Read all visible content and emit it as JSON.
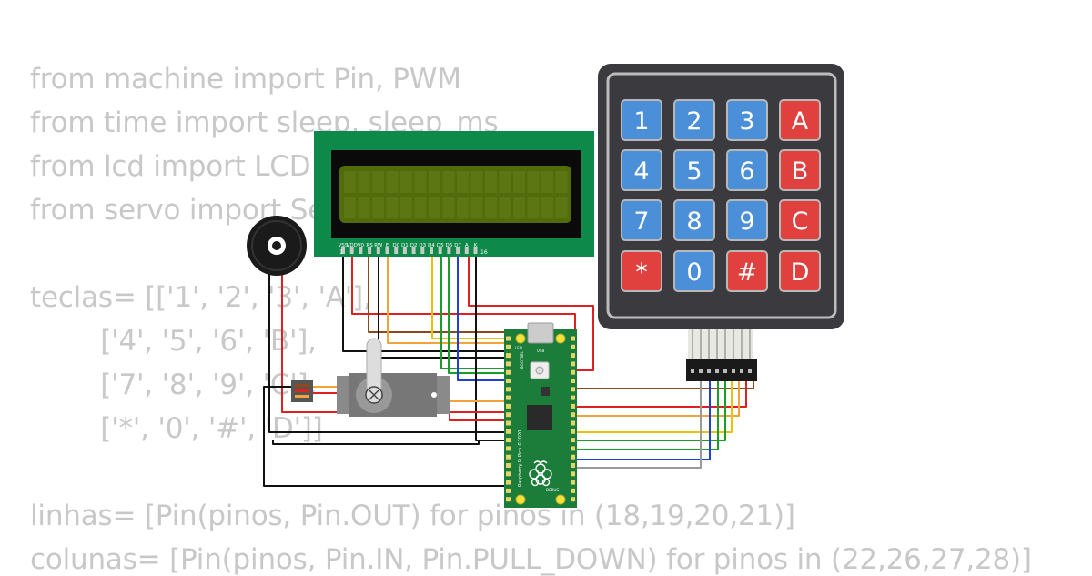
{
  "code": {
    "lines": [
      "from machine import Pin, PWM",
      "from time import sleep, sleep_ms",
      "from lcd import LCD",
      "from servo import Servo",
      "",
      "teclas= [['1', '2', '3', 'A'],",
      "        ['4', '5', '6', 'B'],",
      "        ['7', '8', '9', 'C'],",
      "        ['*', '0', '#', 'D']]",
      "",
      "linhas= [Pin(pinos, Pin.OUT) for pinos in (18,19,20,21)]",
      "colunas= [Pin(pinos, Pin.IN, Pin.PULL_DOWN) for pinos in (22,26,27,28)]"
    ]
  },
  "lcd": {
    "pin_labels": [
      "VSS",
      "VDD",
      "V0",
      "RS",
      "RW",
      "E",
      "D0",
      "D1",
      "D2",
      "D3",
      "D4",
      "D5",
      "D6",
      "D7",
      "A",
      "K"
    ],
    "pin_first": "1",
    "pin_last": "16"
  },
  "keypad": {
    "keys": [
      {
        "label": "1",
        "type": "digit"
      },
      {
        "label": "2",
        "type": "digit"
      },
      {
        "label": "3",
        "type": "digit"
      },
      {
        "label": "A",
        "type": "letter"
      },
      {
        "label": "4",
        "type": "digit"
      },
      {
        "label": "5",
        "type": "digit"
      },
      {
        "label": "6",
        "type": "digit"
      },
      {
        "label": "B",
        "type": "letter"
      },
      {
        "label": "7",
        "type": "digit"
      },
      {
        "label": "8",
        "type": "digit"
      },
      {
        "label": "9",
        "type": "digit"
      },
      {
        "label": "C",
        "type": "letter"
      },
      {
        "label": "*",
        "type": "letter"
      },
      {
        "label": "0",
        "type": "digit"
      },
      {
        "label": "#",
        "type": "letter"
      },
      {
        "label": "D",
        "type": "letter"
      }
    ]
  },
  "pico": {
    "board_text": "Raspberry Pi Pico ©2020",
    "bootsel_text": "BOOTSEL",
    "led_text": "LED",
    "usb_text": "USB",
    "debug_text": "DEBUG",
    "logo": "raspberry-logo"
  },
  "colors": {
    "digit_key": "#4a8fd8",
    "letter_key": "#e0413e",
    "pcb_green": "#0d8a4a",
    "lcd_screen": "#536c0b",
    "keypad_body": "#3b3b3f",
    "pico_green": "#1c7c3a",
    "wire_red": "#e01f1f",
    "wire_black": "#111111",
    "wire_brown": "#8b4a1c",
    "wire_orange": "#f2a33a",
    "wire_yellow": "#e8c20a",
    "wire_green": "#1a9d2a",
    "wire_blue": "#1f3fd8",
    "wire_gray": "#9a9a9a"
  }
}
